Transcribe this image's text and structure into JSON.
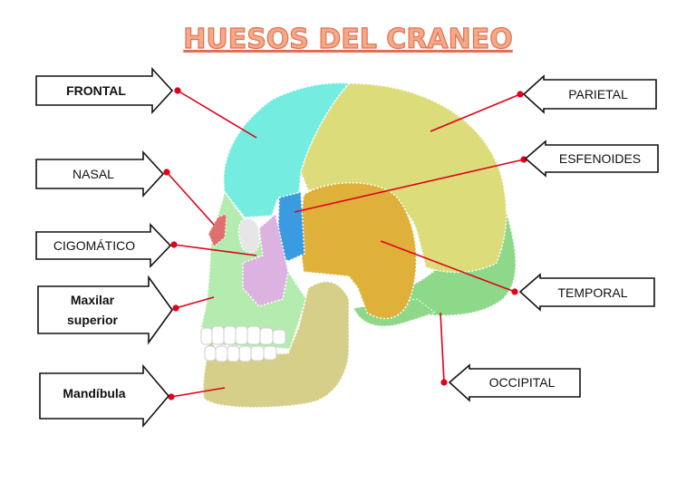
{
  "title": "HUESOS DEL CRANEO",
  "colors": {
    "frontal": "#74ece0",
    "parietal": "#dcdc7a",
    "esfenoides": "#3b9be0",
    "temporal": "#dfb13a",
    "occipital": "#8ed88a",
    "nasal": "#e07070",
    "cigomatico": "#dcb3e0",
    "maxilar": "#b4ecb0",
    "mandibula": "#d6cf8a",
    "pointer": "#e0001a"
  },
  "labels": {
    "frontal": "FRONTAL",
    "nasal": "NASAL",
    "cigomatico": "CIGOMÁTICO",
    "maxilar_line1": "Maxilar",
    "maxilar_line2": "superior",
    "mandibula": "Mandíbula",
    "parietal": "PARIETAL",
    "esfenoides": "ESFENOIDES",
    "temporal": "TEMPORAL",
    "occipital": "OCCIPITAL"
  }
}
